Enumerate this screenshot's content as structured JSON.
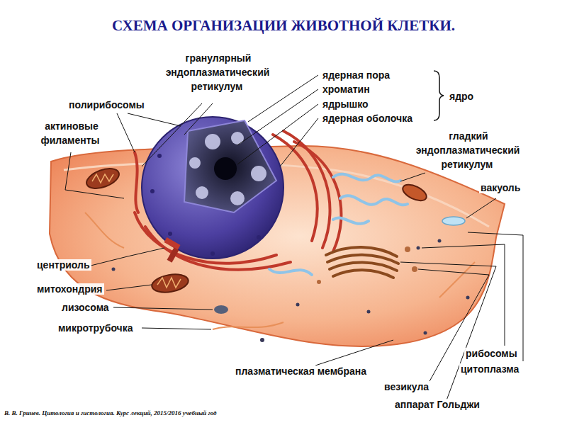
{
  "diagram": {
    "title": "СХЕМА ОРГАНИЗАЦИИ ЖИВОТНОЙ КЛЕТКИ.",
    "caption": "В. В. Гринев. Цитология и гистология. Курс лекций, 2015/2016 учебный год",
    "labels": [
      "гранулярный эндоплазматический ретикулум",
      "ядерная пора",
      "хроматин",
      "ядро",
      "ядрышко",
      "полирибосомы",
      "ядерная оболочка",
      "актиновые филаменты",
      "гладкий эндоплазматический ретикулум",
      "вакуоль",
      "центриоль",
      "митохондрия",
      "лизосома",
      "микротрубочка",
      "рибосомы",
      "цитоплазма",
      "плазматическая мембрана",
      "везикула",
      "аппарат Гольджи"
    ]
  }
}
